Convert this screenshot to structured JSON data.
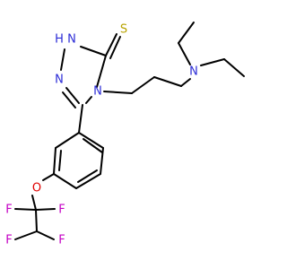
{
  "molecule": {
    "atoms": {
      "sulfur": {
        "text": "S",
        "color": "#b8a300"
      },
      "nh": {
        "text": "H",
        "color": "#2b2bd6"
      },
      "n1": {
        "text": "N",
        "color": "#2b2bd6"
      },
      "n2": {
        "text": "N",
        "color": "#2b2bd6"
      },
      "n_ring": {
        "text": "N",
        "color": "#2b2bd6"
      },
      "n_amine": {
        "text": "N",
        "color": "#2b2bd6"
      },
      "oxygen": {
        "text": "O",
        "color": "#e00000"
      },
      "f1": {
        "text": "F",
        "color": "#c400c4"
      },
      "f2": {
        "text": "F",
        "color": "#c400c4"
      },
      "f3": {
        "text": "F",
        "color": "#c400c4"
      },
      "f4": {
        "text": "F",
        "color": "#c400c4"
      }
    }
  }
}
